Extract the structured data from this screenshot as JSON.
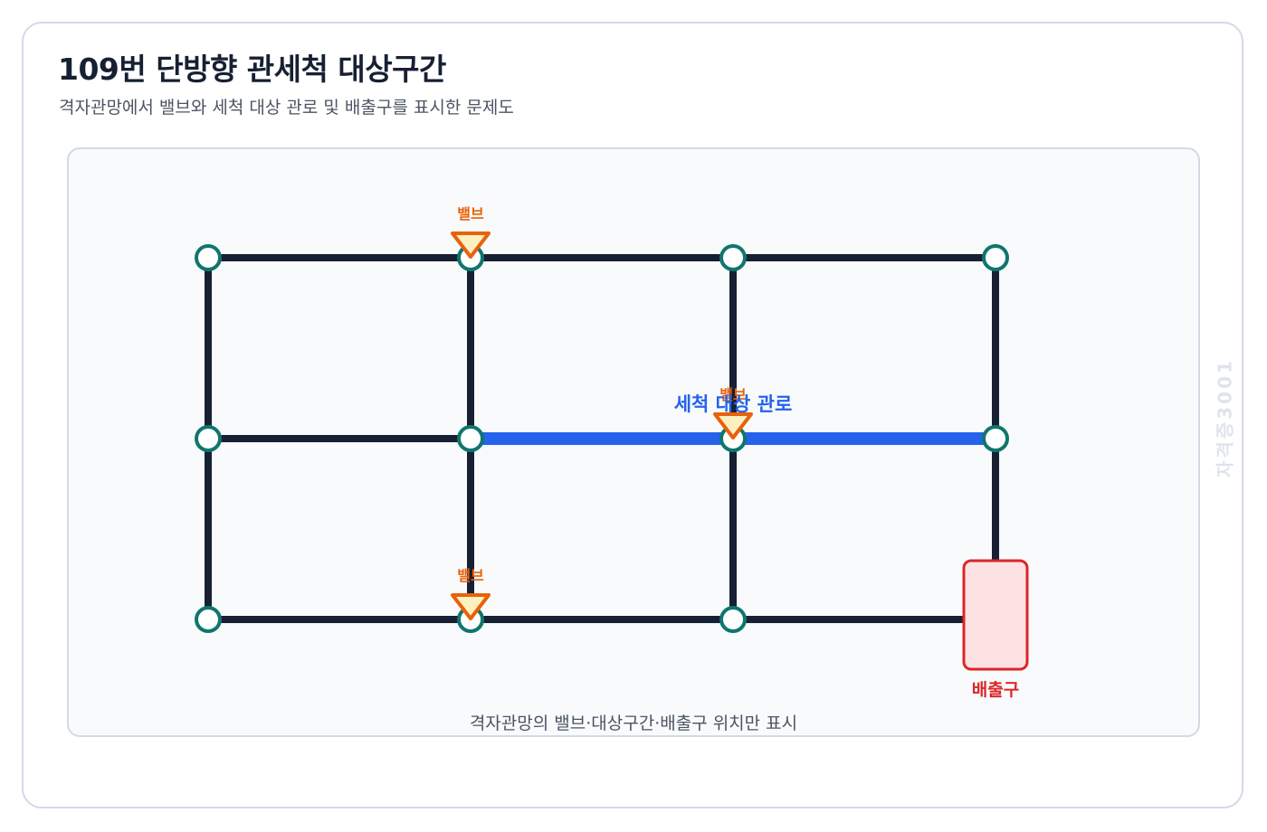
{
  "title": "109번 단방향 관세척 대상구간",
  "subtitle": "격자관망에서 밸브와 세척 대상 관로 및 배출구를 표시한 문제도",
  "caption": "격자관망의 밸브·대상구간·배출구 위치만 표시",
  "watermark": "자격증3001",
  "labels": {
    "valve": "밸브",
    "target_pipe": "세척 대상 관로",
    "outlet": "배출구"
  },
  "colors": {
    "pipe": "#172033",
    "target_pipe": "#2563eb",
    "node_stroke": "#0f766e",
    "valve_stroke": "#e8620b",
    "valve_fill": "#fdf0c0",
    "outlet_stroke": "#dc2626",
    "outlet_fill": "#fde2e4"
  }
}
